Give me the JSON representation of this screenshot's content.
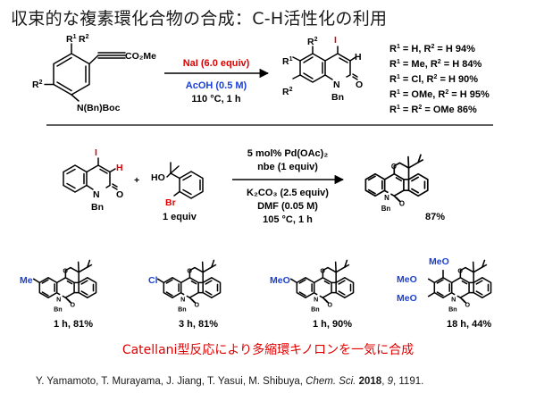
{
  "title": "収束的な複素環化合物の合成：C-H活性化の利用",
  "labels": {
    "R": "R",
    "sup1": "1",
    "sup2": "2",
    "I": "I",
    "H": "H",
    "N": "N",
    "O": "O",
    "Bn": "Bn",
    "Br": "Br",
    "HO": "HO",
    "CO2Me": "CO₂Me",
    "NBnBoc": "N(Bn)Boc",
    "Me": "Me",
    "Cl": "Cl",
    "MeO": "MeO",
    "plus": "+"
  },
  "reaction1": {
    "reagent_top": "NaI (6.0 equiv)",
    "reagent_mid": "AcOH (0.5 M)",
    "reagent_bottom": "110 °C, 1 h",
    "colors": {
      "reagent_top": "#e00000",
      "reagent_mid": "#1a3fd6"
    },
    "yields": [
      {
        "r1": "H",
        "r2": "H",
        "value": "94%"
      },
      {
        "r1": "Me",
        "r2": "H",
        "value": "84%"
      },
      {
        "r1": "Cl",
        "r2": "H",
        "value": "90%"
      },
      {
        "r1": "OMe",
        "r2": "H",
        "value": "95%"
      },
      {
        "r1_r2": "OMe",
        "value": "86%"
      }
    ]
  },
  "reaction2": {
    "conditions_top": [
      "5 mol% Pd(OAc)₂",
      "nbe (1 equiv)"
    ],
    "conditions_bottom": [
      "K₂CO₃ (2.5 equiv)",
      "DMF (0.05 M)",
      "105 °C, 1 h"
    ],
    "partner_equiv": "1 equiv",
    "product_yield": "87%"
  },
  "scope": [
    {
      "label": "1 h, 81%"
    },
    {
      "label": "3 h, 81%"
    },
    {
      "label": "1 h, 90%"
    },
    {
      "label": "18 h, 44%"
    }
  ],
  "footer": {
    "catellani": "Catellani型反応により多縮環キノロンを一気に合成",
    "citation": {
      "authors": "Y. Yamamoto, T. Murayama, J. Jiang, T. Yasui, M. Shibuya, ",
      "journal": "Chem. Sci.",
      "year": "2018",
      "volume": "9",
      "pages": ", 1191."
    }
  },
  "colors": {
    "accent_red": "#e00000",
    "accent_blue": "#1a3fd6",
    "bond": "#000000"
  }
}
